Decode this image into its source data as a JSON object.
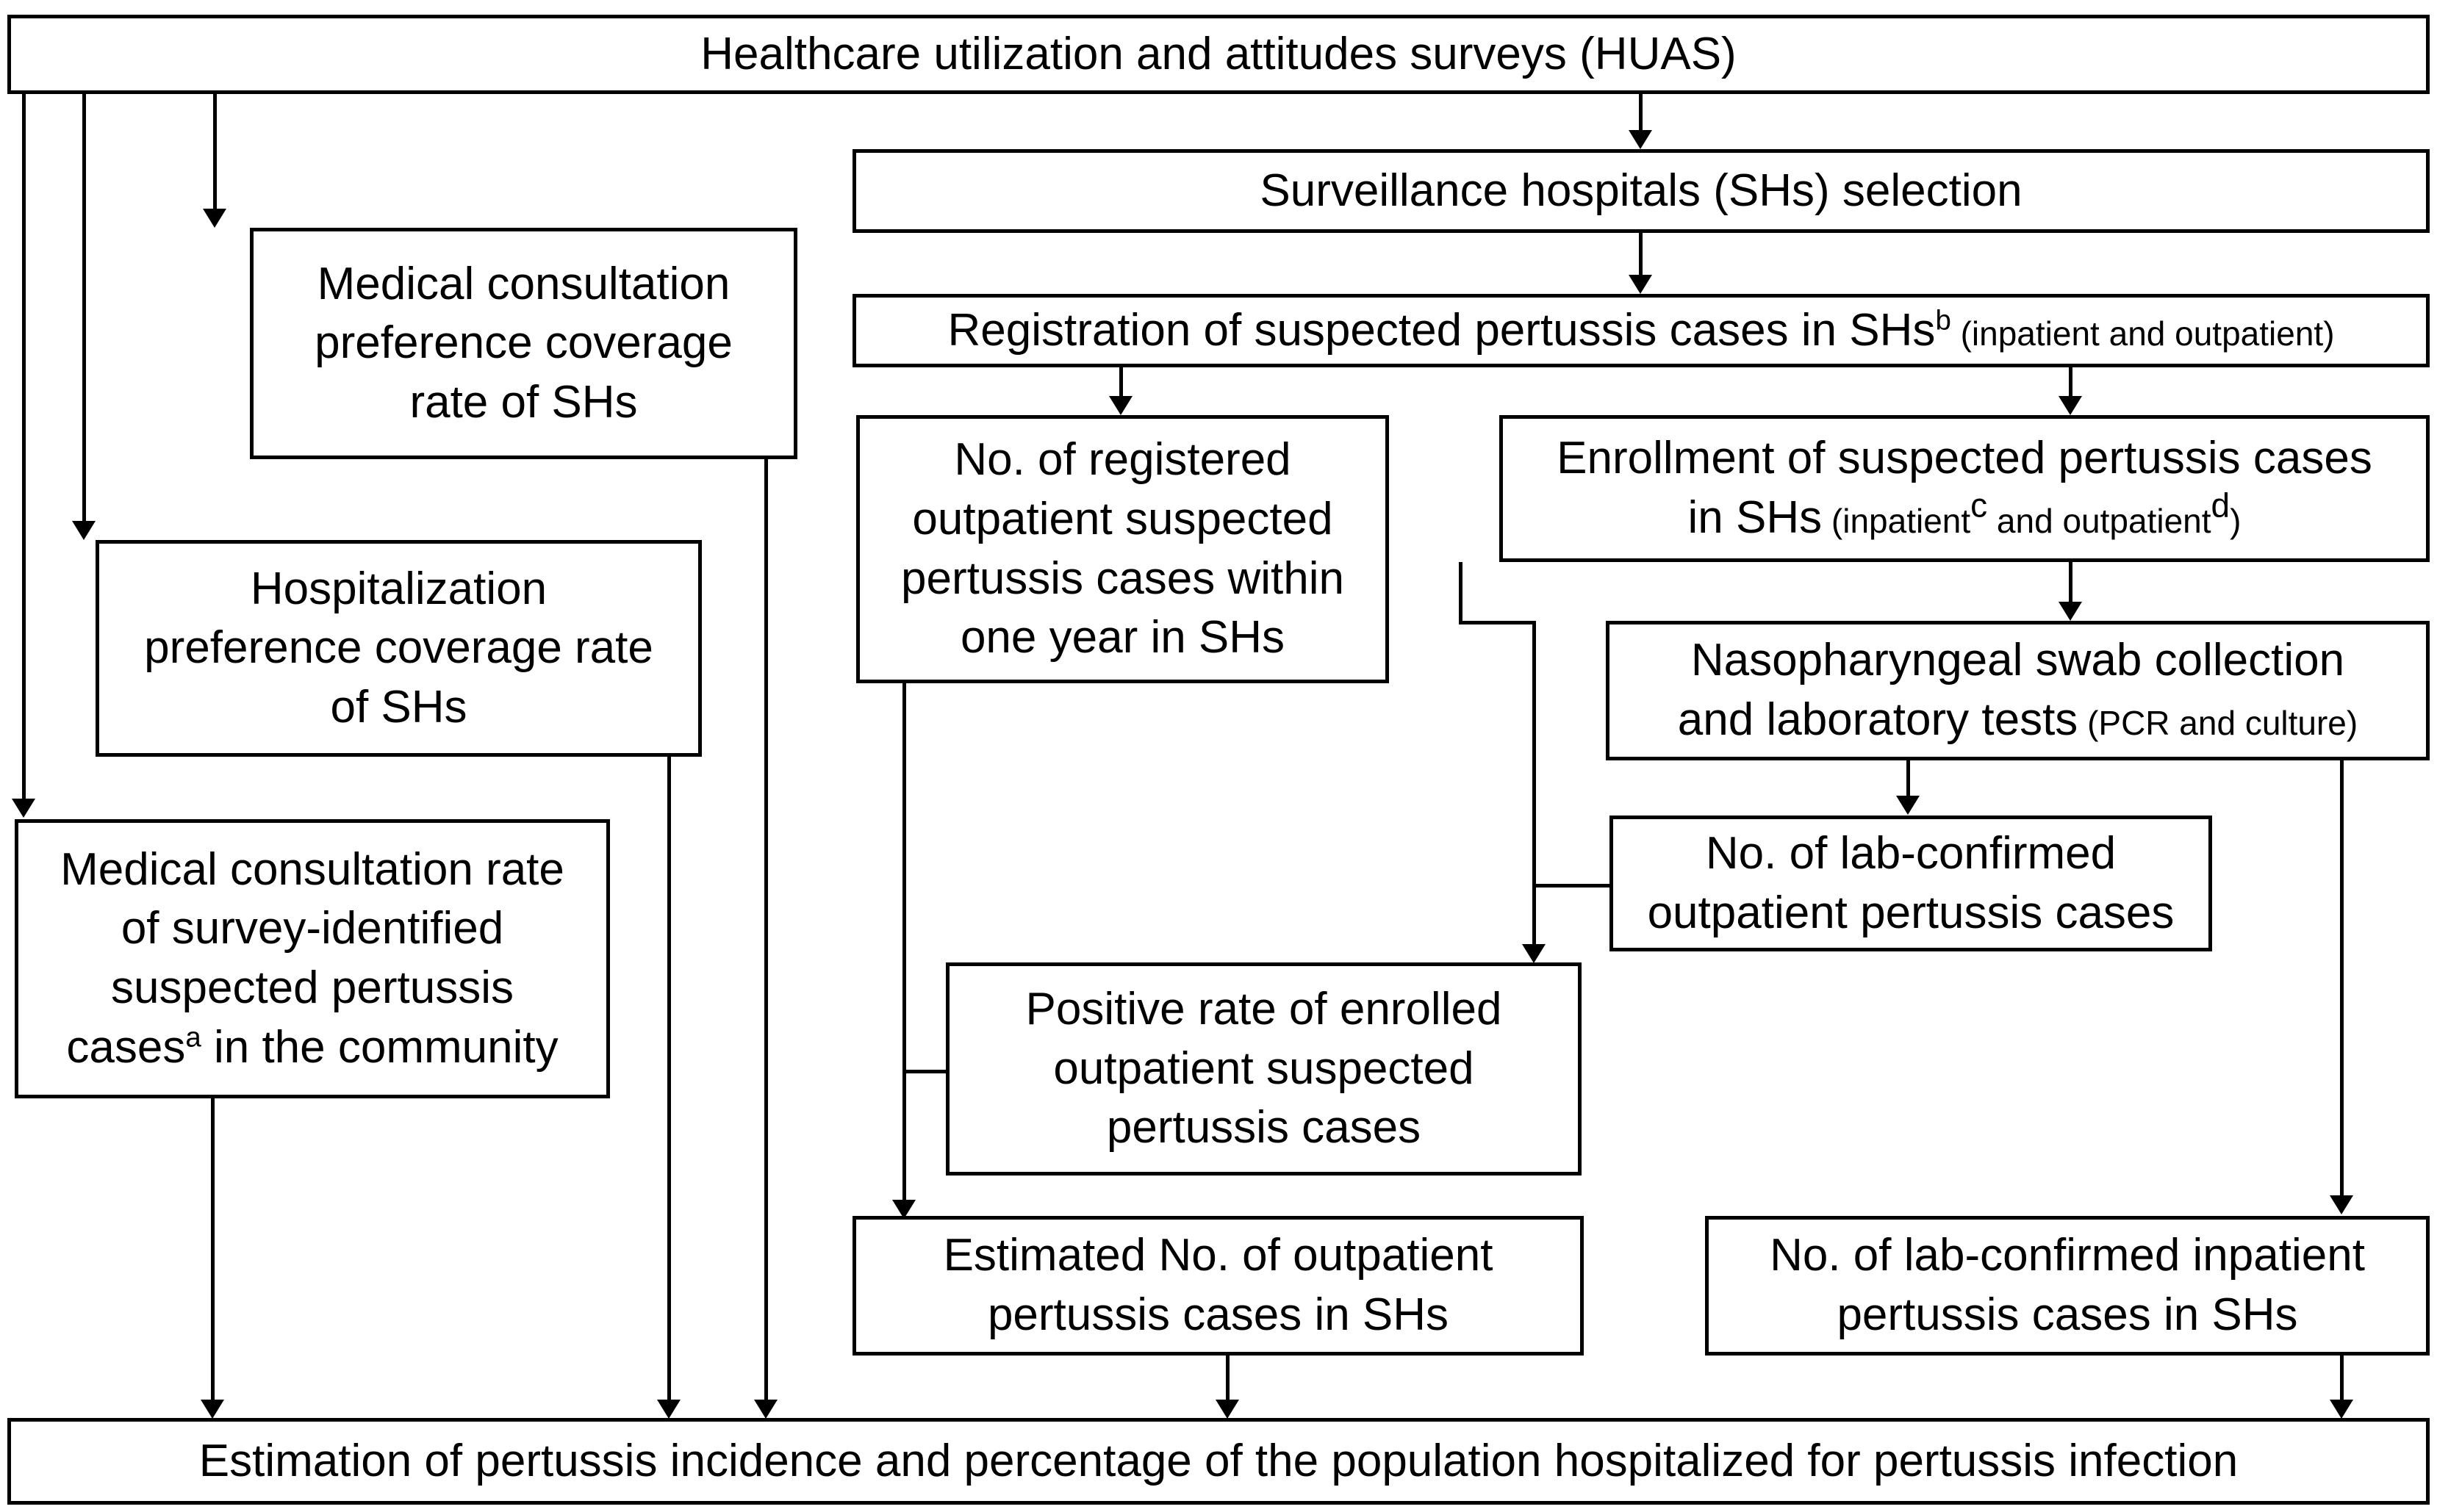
{
  "diagram": {
    "title": "Pertussis surveillance and incidence estimation flowchart",
    "type": "flowchart",
    "orientation": "top-to-bottom",
    "line_color": "#000000",
    "background_color": "#ffffff",
    "nodes": {
      "huas": {
        "label": "Healthcare utilization and attitudes surveys (HUAS)"
      },
      "sh_selection": {
        "label": "Surveillance hospitals (SHs) selection"
      },
      "registration": {
        "main": "Registration of suspected pertussis cases in SHs",
        "sup": "b",
        "note": " (inpatient and outpatient)"
      },
      "med_consult_pref": {
        "line1": "Medical consultation",
        "line2": "preference coverage",
        "line3": "rate of SHs"
      },
      "hosp_pref": {
        "line1": "Hospitalization",
        "line2": "preference coverage rate",
        "line3": "of SHs"
      },
      "med_consult_rate": {
        "line1": "Medical consultation rate",
        "line2": "of survey-identified",
        "line3": "suspected pertussis",
        "line4_a": "cases",
        "line4_sup": "a",
        "line4_b": " in the community"
      },
      "registered_outpatient": {
        "line1": "No. of registered",
        "line2": "outpatient suspected",
        "line3": "pertussis cases within",
        "line4": "one year in SHs"
      },
      "enrollment": {
        "line1": "Enrollment of suspected pertussis cases",
        "line2_main": "in SHs",
        "line2_note_a": " (inpatient",
        "line2_sup_c": "c",
        "line2_note_b": " and outpatient",
        "line2_sup_d": "d",
        "line2_note_c": ")"
      },
      "swab": {
        "line1": "Nasopharyngeal swab collection",
        "line2_main": "and laboratory tests",
        "line2_note": " (PCR and culture)"
      },
      "lab_outpatient": {
        "line1": "No. of lab-confirmed",
        "line2": "outpatient pertussis cases"
      },
      "positive_rate": {
        "line1": "Positive rate of enrolled",
        "line2": "outpatient suspected",
        "line3": "pertussis cases"
      },
      "estimated_outpatient": {
        "line1": "Estimated No. of outpatient",
        "line2": "pertussis cases in SHs"
      },
      "lab_inpatient": {
        "line1": "No. of lab-confirmed inpatient",
        "line2": "pertussis cases in SHs"
      },
      "final": {
        "label": "Estimation of pertussis incidence and percentage of the population hospitalized for pertussis infection"
      }
    },
    "edges": [
      {
        "from": "huas",
        "to": "sh_selection"
      },
      {
        "from": "huas",
        "to": "med_consult_pref"
      },
      {
        "from": "huas",
        "to": "hosp_pref"
      },
      {
        "from": "huas",
        "to": "med_consult_rate"
      },
      {
        "from": "sh_selection",
        "to": "registration"
      },
      {
        "from": "registration",
        "to": "registered_outpatient"
      },
      {
        "from": "registration",
        "to": "enrollment"
      },
      {
        "from": "enrollment",
        "to": "swab"
      },
      {
        "from": "enrollment",
        "to": "positive_rate"
      },
      {
        "from": "swab",
        "to": "lab_outpatient"
      },
      {
        "from": "swab",
        "to": "lab_inpatient"
      },
      {
        "from": "lab_outpatient",
        "to": "positive_rate"
      },
      {
        "from": "registered_outpatient",
        "to": "positive_rate"
      },
      {
        "from": "registered_outpatient",
        "to": "estimated_outpatient"
      },
      {
        "from": "positive_rate",
        "to": "estimated_outpatient"
      },
      {
        "from": "med_consult_pref",
        "to": "final"
      },
      {
        "from": "hosp_pref",
        "to": "final"
      },
      {
        "from": "med_consult_rate",
        "to": "final"
      },
      {
        "from": "estimated_outpatient",
        "to": "final"
      },
      {
        "from": "lab_inpatient",
        "to": "final"
      }
    ],
    "footnote_markers": [
      "a",
      "b",
      "c",
      "d"
    ]
  }
}
